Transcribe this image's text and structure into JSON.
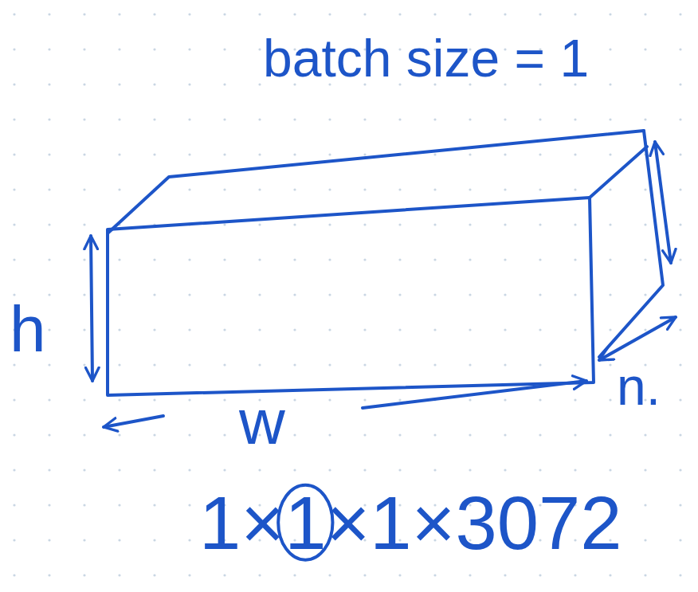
{
  "diagram": {
    "title": "batch size = 1",
    "labels": [
      "h",
      "w",
      "n.",
      "1×1×1×3072"
    ]
  }
}
